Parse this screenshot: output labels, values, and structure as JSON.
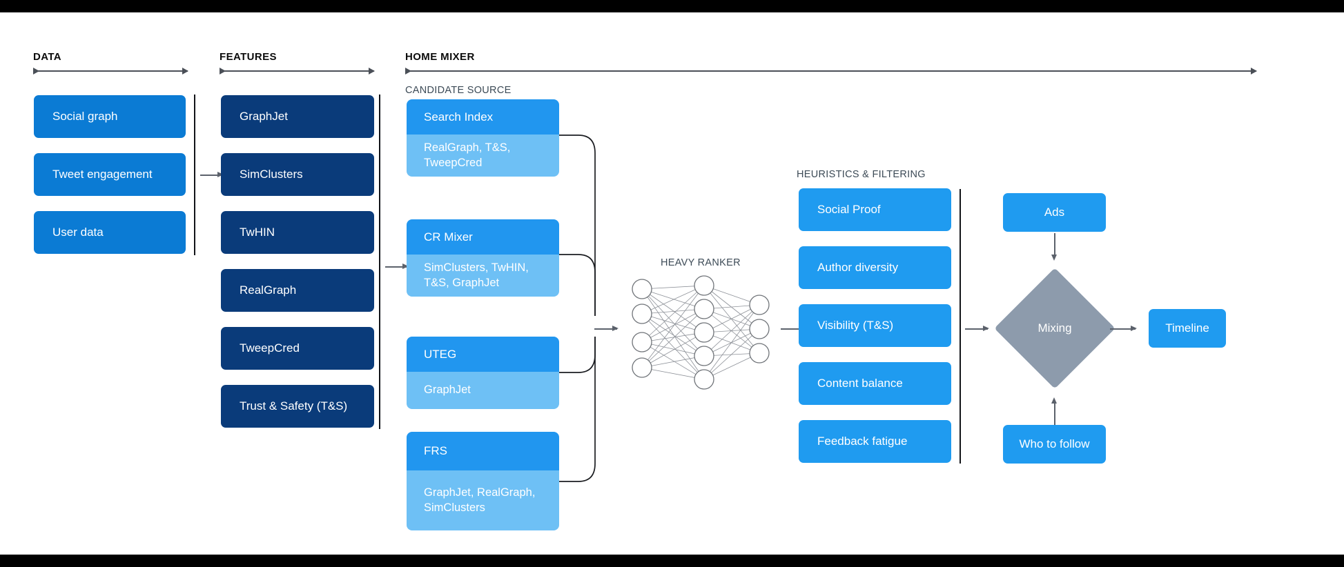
{
  "sections": {
    "data": {
      "label": "DATA"
    },
    "features": {
      "label": "FEATURES"
    },
    "home_mixer": {
      "label": "HOME MIXER"
    },
    "candidate_source": {
      "label": "CANDIDATE SOURCE"
    },
    "heavy_ranker": {
      "label": "HEAVY RANKER"
    },
    "heuristics": {
      "label": "HEURISTICS & FILTERING"
    }
  },
  "data_boxes": [
    {
      "label": "Social graph"
    },
    {
      "label": "Tweet engagement"
    },
    {
      "label": "User data"
    }
  ],
  "feature_boxes": [
    {
      "label": "GraphJet"
    },
    {
      "label": "SimClusters"
    },
    {
      "label": "TwHIN"
    },
    {
      "label": "RealGraph"
    },
    {
      "label": "TweepCred"
    },
    {
      "label": "Trust & Safety (T&S)"
    }
  ],
  "candidate_sources": [
    {
      "title": "Search Index",
      "features": "RealGraph, T&S,\nTweepCred"
    },
    {
      "title": "CR Mixer",
      "features": "SimClusters, TwHIN,\nT&S, GraphJet"
    },
    {
      "title": "UTEG",
      "features": "GraphJet"
    },
    {
      "title": "FRS",
      "features": "GraphJet, RealGraph,\nSimClusters"
    }
  ],
  "heuristic_boxes": [
    {
      "label": "Social Proof"
    },
    {
      "label": "Author diversity"
    },
    {
      "label": "Visibility (T&S)"
    },
    {
      "label": "Content balance"
    },
    {
      "label": "Feedback fatigue"
    }
  ],
  "mixing": {
    "ads_label": "Ads",
    "diamond_label": "Mixing",
    "who_to_follow_label": "Who to follow",
    "timeline_label": "Timeline"
  },
  "neural_net": {
    "input_nodes": 4,
    "hidden_nodes": 5,
    "output_nodes": 3
  },
  "colors": {
    "data_box": "#0b7bd4",
    "feature_box": "#0a3b7a",
    "candidate_head": "#2196ef",
    "candidate_body": "#6ec0f5",
    "heuristic_box": "#1f9bf0",
    "output_box": "#1f9bf0",
    "diamond": "#8d9bac",
    "rule": "#4a4f57",
    "page_background": "#ffffff",
    "letterbox": "#000000"
  }
}
